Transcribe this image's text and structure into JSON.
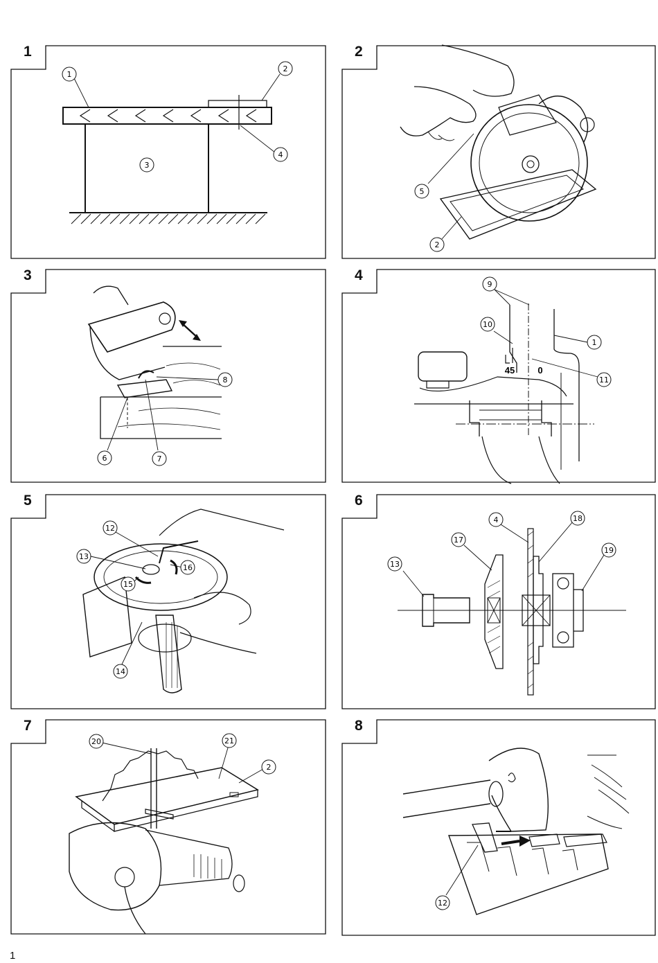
{
  "page": {
    "number": "1"
  },
  "panels": [
    {
      "number": "1",
      "callouts": [
        "1",
        "2",
        "3",
        "4"
      ]
    },
    {
      "number": "2",
      "callouts": [
        "5",
        "2"
      ]
    },
    {
      "number": "3",
      "callouts": [
        "8",
        "6",
        "7"
      ]
    },
    {
      "number": "4",
      "callouts": [
        "9",
        "10",
        "1",
        "11"
      ],
      "scale_labels": [
        "45",
        "0"
      ]
    },
    {
      "number": "5",
      "callouts": [
        "12",
        "13",
        "16",
        "15",
        "14"
      ]
    },
    {
      "number": "6",
      "callouts": [
        "4",
        "17",
        "18",
        "13",
        "19"
      ]
    },
    {
      "number": "7",
      "callouts": [
        "20",
        "21",
        "2"
      ]
    },
    {
      "number": "8",
      "callouts": [
        "12"
      ]
    }
  ]
}
